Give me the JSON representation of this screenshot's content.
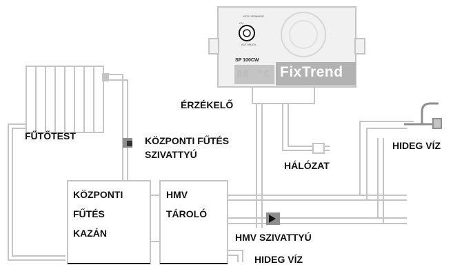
{
  "colors": {
    "line": "#c4c4c4",
    "pipe_dark": "#8e8e8e",
    "text": "#111111",
    "device_bg": "#f1f1f1",
    "brand_bg": "#b2b2b2",
    "display_bg": "#c4c4c4"
  },
  "device": {
    "mode_top": "KÉZI ÜZEMMÓD",
    "mode_mid": "ON",
    "mode_bottom": "AUTOMATA",
    "model": "SP 100CW",
    "display": "88",
    "unit": "°C",
    "brand": "FixTrend"
  },
  "labels": {
    "sensor": "ÉRZÉKELŐ",
    "radiator": "FŰTŐTEST",
    "heating_pump_line1": "KÖZPONTI FŰTÉS",
    "heating_pump_line2": "SZIVATTYÚ",
    "cold_water_top": "HIDEG VÍZ",
    "mains": "HÁLÓZAT",
    "boiler_line1": "KÖZPONTI",
    "boiler_line2": "FŰTÉS",
    "boiler_line3": "KAZÁN",
    "tank_line1": "HMV",
    "tank_line2": "TÁROLÓ",
    "hmv_pump": "HMV SZIVATTYÚ",
    "cold_water_bottom": "HIDEG VÍZ"
  }
}
